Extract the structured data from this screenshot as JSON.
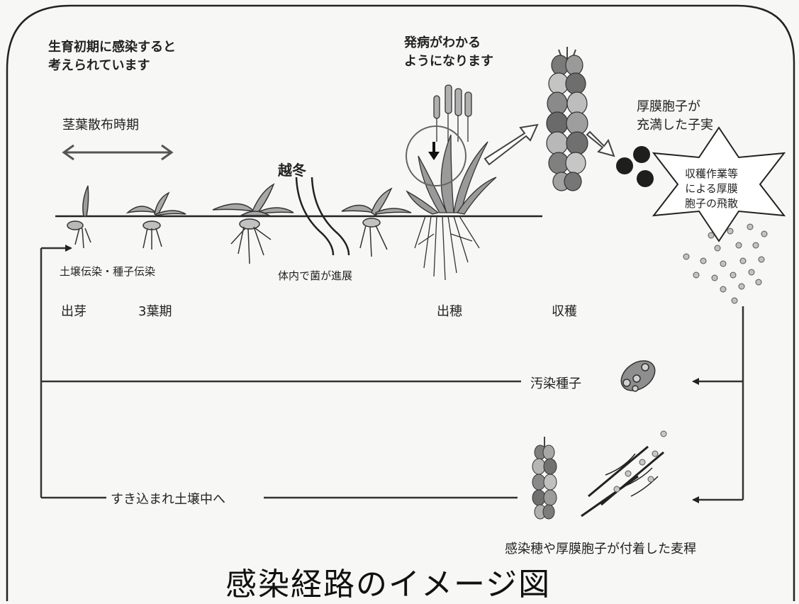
{
  "colors": {
    "background": "#f7f7f5",
    "line": "#222222",
    "grain_dark": "#7a7a7a",
    "grain_light": "#c4c4c4",
    "spore": "#1e1e1e",
    "spread_spore": "#b5b5b5"
  },
  "labels": {
    "early_infection": "生育初期に感染すると\n考えられています",
    "disease_visible": "発病がわかる\nようになります",
    "spray_period": "茎葉散布時期",
    "overwinter": "越冬",
    "soil_seed_infection": "土壌伝染・種子伝染",
    "fungus_progress": "体内で菌が進展",
    "spore_filled_grain": "厚膜胞子が\n充満した子実",
    "harvest_spread": "収穫作業等\nによる厚膜\n胞子の飛散",
    "contaminated_seed": "汚染種子",
    "plowed_into_soil": "すき込まれ土壌中へ",
    "infected_straw": "感染穂や厚膜胞子が付着した麦稈",
    "title": "感染経路のイメージ図"
  },
  "stages": [
    "出芽",
    "3葉期",
    "出穂",
    "収穫"
  ]
}
